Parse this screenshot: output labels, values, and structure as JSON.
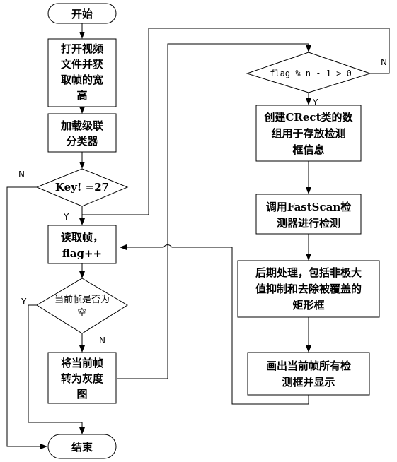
{
  "nodes": {
    "start": "开始",
    "open_video": [
      "打开视频",
      "文件并获",
      "取帧的宽",
      "高"
    ],
    "load_classifier": [
      "加载级联",
      "分类器"
    ],
    "key_check": "Key! =27",
    "read_frame": [
      "读取帧，",
      "flag++"
    ],
    "frame_empty": [
      "当前帧是否为",
      "空"
    ],
    "to_gray": [
      "将当前帧",
      "转为灰度",
      "图"
    ],
    "end": "结束",
    "flag_check": "flag % n - 1 > 0",
    "create_crect": [
      "创建CRect类的数",
      "组用于存放检测",
      "框信息"
    ],
    "fastscan": [
      "调用FastScan检",
      "测器进行检测"
    ],
    "post_process": [
      "后期处理，包括非极大",
      "值抑制和去除被覆盖的",
      "矩形框"
    ],
    "draw_boxes": [
      "画出当前帧所有检",
      "测框并显示"
    ]
  },
  "edge_labels": {
    "key_no": "N",
    "key_yes": "Y",
    "empty_yes": "Y",
    "empty_no": "N",
    "flag_no": "N",
    "flag_yes": "Y"
  }
}
